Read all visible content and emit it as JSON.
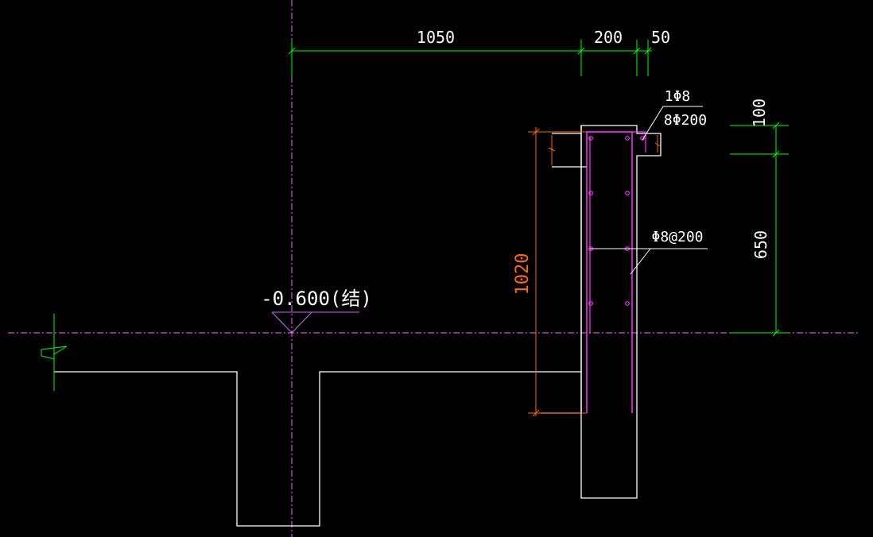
{
  "colors": {
    "background": "#000000",
    "outline": "#ffffff",
    "dimension": "#00ff00",
    "dimension_alt": "#ff6a00",
    "rebar": "#ff33ff",
    "axis": "#ff66ff",
    "leader": "#ffffff",
    "level_mark": "#cc66ff"
  },
  "dimensions": {
    "top_1050": "1050",
    "top_200": "200",
    "top_50": "50",
    "right_100": "100",
    "right_650": "650",
    "left_1020": "1020"
  },
  "annotations": {
    "rebar_top_line1": "1Φ8",
    "rebar_top_line2": "8Φ200",
    "rebar_mid": "Φ8@200",
    "elevation": "-0.600(结)"
  }
}
